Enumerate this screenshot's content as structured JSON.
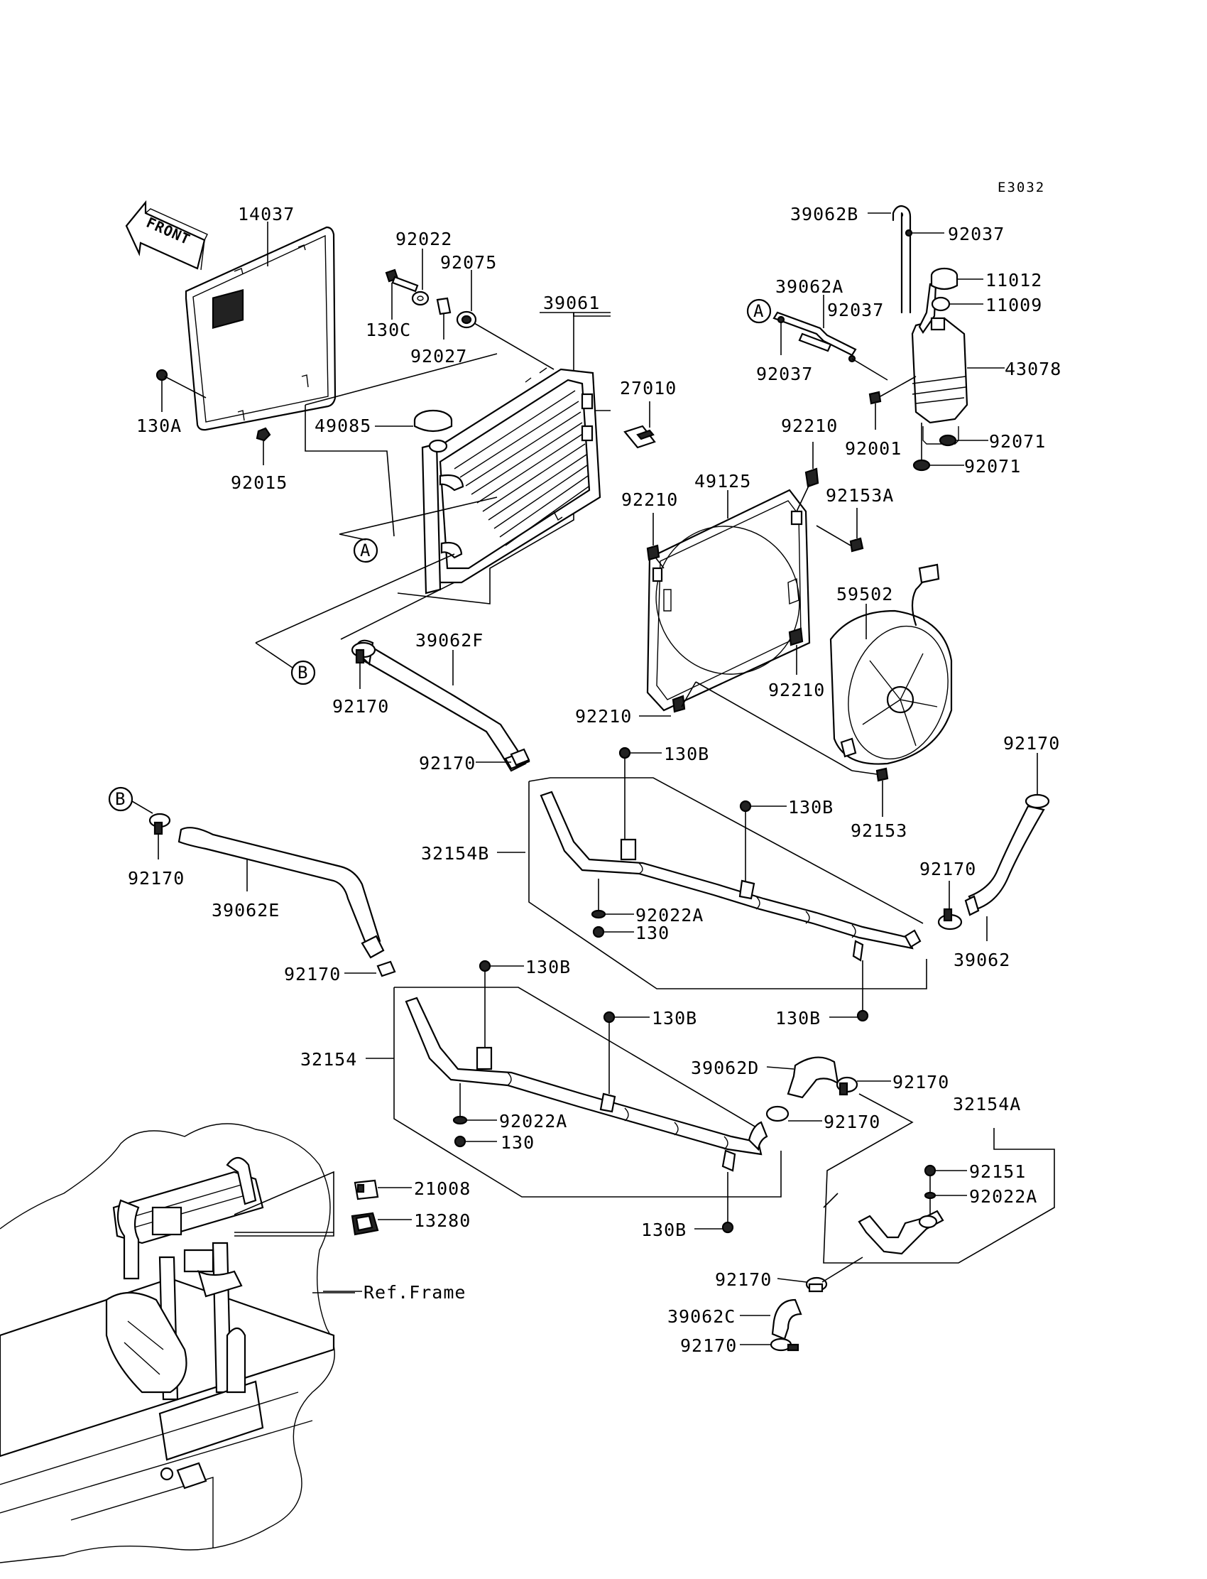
{
  "diagram_code": "E3032",
  "front_label": "FRONT",
  "ref_frame_label": "Ref.Frame",
  "circle_refs": {
    "a": "A",
    "b": "B"
  },
  "labels": {
    "p14037": "14037",
    "p92022": "92022",
    "p92075": "92075",
    "p130C": "130C",
    "p92027": "92027",
    "p39061": "39061",
    "p27010": "27010",
    "p49085": "49085",
    "p130A": "130A",
    "p92015": "92015",
    "p39062B": "39062B",
    "p92037_top": "92037",
    "p11012": "11012",
    "p11009": "11009",
    "p39062A": "39062A",
    "p92037_mid": "92037",
    "p92037_left": "92037",
    "p43078": "43078",
    "p92001": "92001",
    "p92071_a": "92071",
    "p92071_b": "92071",
    "p92210_top": "92210",
    "p49125": "49125",
    "p92153A": "92153A",
    "p92210_left": "92210",
    "p59502": "59502",
    "p92210_right": "92210",
    "p92210_bottom": "92210",
    "p39062F": "39062F",
    "p92170_b": "92170",
    "p92170_mid": "92170",
    "p130B_1": "130B",
    "p130B_2": "130B",
    "p92153": "92153",
    "p92170_right": "92170",
    "p32154B": "32154B",
    "p92170_left": "92170",
    "p92170_r2": "92170",
    "p39062E": "39062E",
    "p92022A_1": "92022A",
    "p130_1": "130",
    "p39062": "39062",
    "p92170_low": "92170",
    "p130B_3": "130B",
    "p130B_4": "130B",
    "p130B_5": "130B",
    "p32154": "32154",
    "p39062D": "39062D",
    "p92170_d1": "92170",
    "p92170_d2": "92170",
    "p92022A_2": "92022A",
    "p130_2": "130",
    "p32154A": "32154A",
    "p92151": "92151",
    "p92022A_3": "92022A",
    "p21008": "21008",
    "p13280": "13280",
    "p130B_6": "130B",
    "p92170_c1": "92170",
    "p39062C": "39062C",
    "p92170_c2": "92170"
  }
}
